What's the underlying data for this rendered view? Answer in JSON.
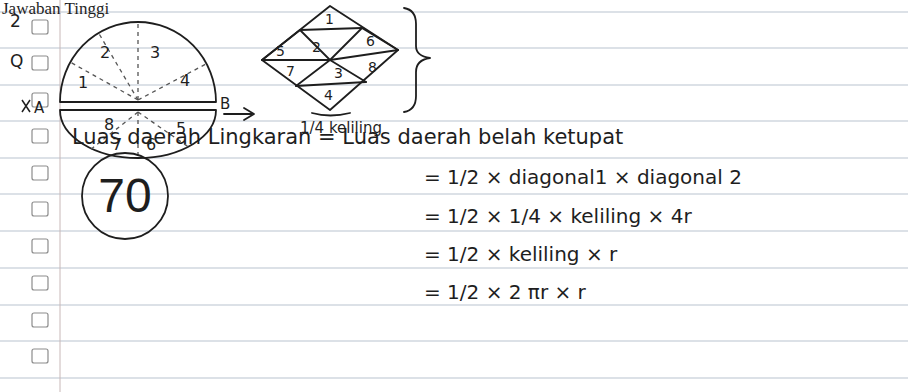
{
  "diagram": {
    "nodes": [
      {
        "text": [
          "70"
        ]
      }
    ],
    "labels": [
      "Jawaban Tinggi",
      "2",
      "Q",
      "A",
      "B",
      "2",
      "3",
      "1",
      "4",
      "8",
      "7",
      "6",
      "5",
      "1",
      "5",
      "2",
      "6",
      "7",
      "3",
      "8",
      "4",
      "1/4 keliling",
      "Luas daerah Lingkaran = Luas daerah belah ketupat",
      "= 1/2 × diagonal1 × diagonal 2",
      "= 1/2 × 1/4 × keliling × 4r",
      "= 1/2 × keliling × r",
      "= 1/2 × 2 πr × r"
    ]
  }
}
